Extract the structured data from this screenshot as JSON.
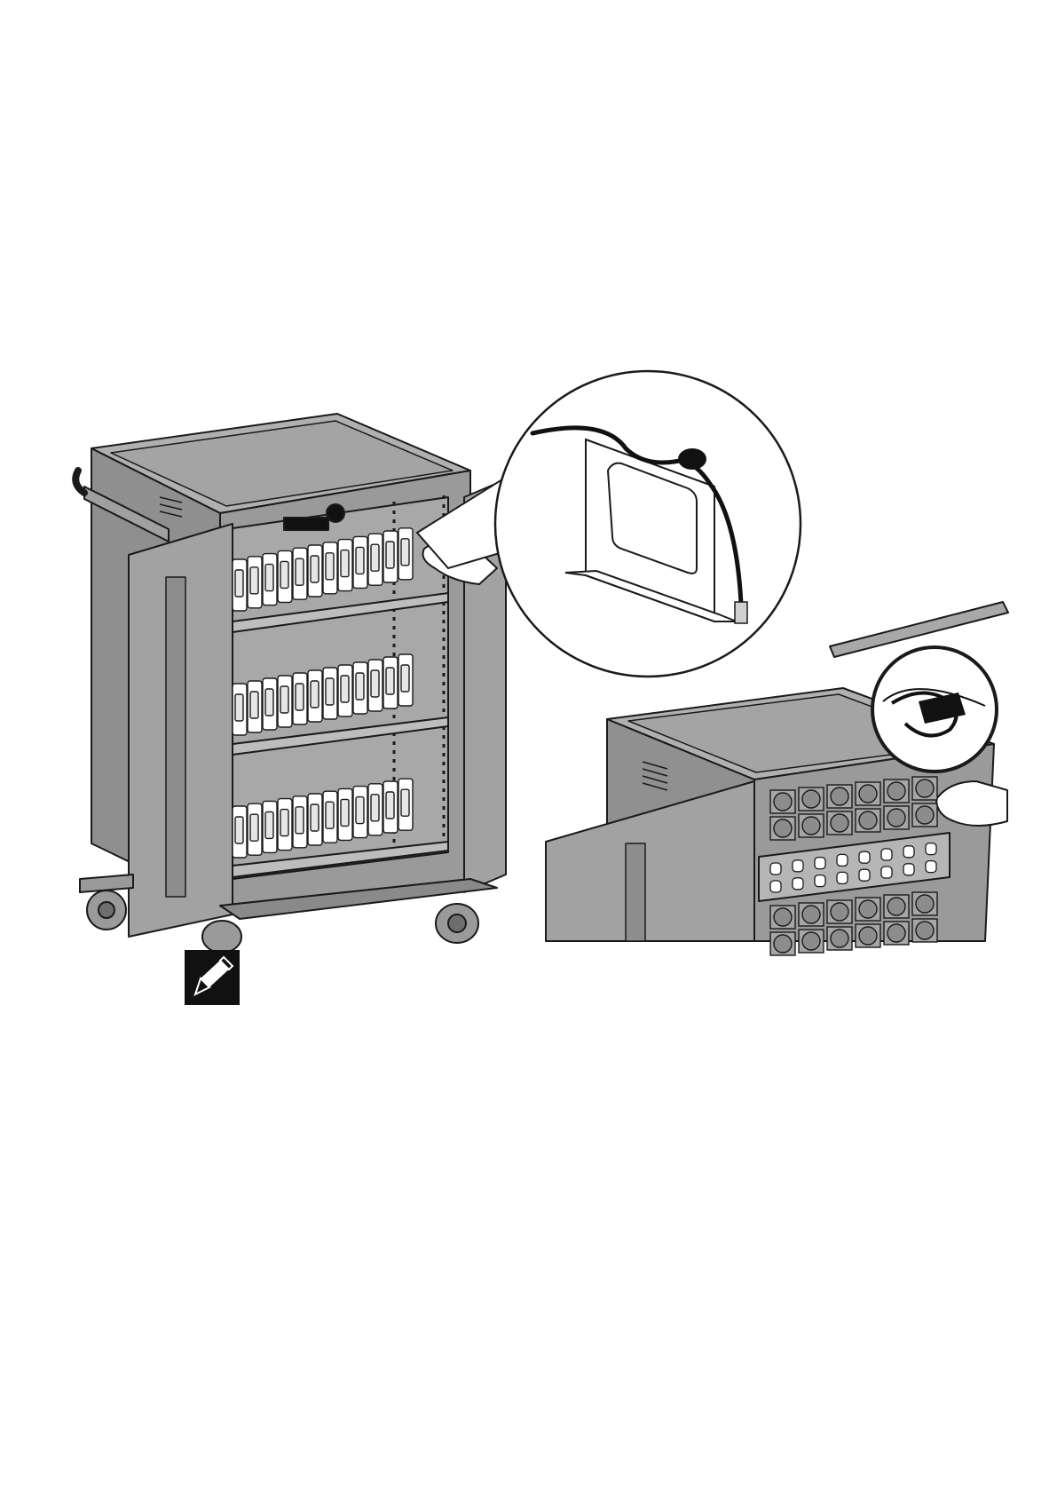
{
  "figure": {
    "left_scene": "cart-with-shelves",
    "right_scene": "cart-with-cable-panel",
    "detail_callouts": [
      "bracket-cable-detail",
      "cable-clip-detail"
    ]
  },
  "icons": {
    "note": "pencil-note-icon"
  },
  "colors": {
    "cart_body": "#9a9a9a",
    "cart_top": "#b0b0b0",
    "interior": "#a8a8a8",
    "bracket_fill": "#ffffff",
    "outline": "#1a1a1a",
    "note_bg": "#111111",
    "background": "#ffffff"
  }
}
